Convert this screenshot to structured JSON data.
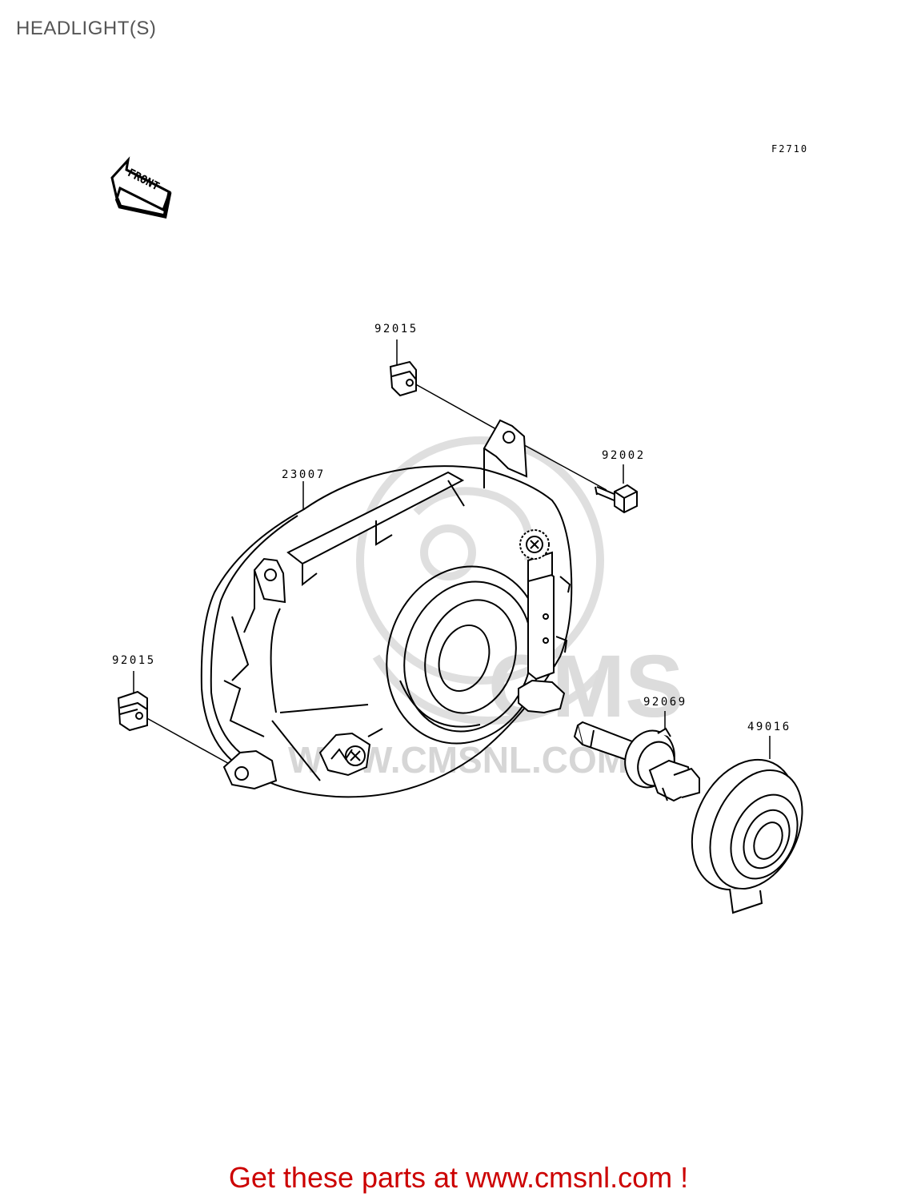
{
  "page": {
    "title": "HEADLIGHT(S)",
    "diagram_code": "F2710"
  },
  "front_marker": {
    "label": "FRONT"
  },
  "parts": [
    {
      "number": "92015",
      "description_icon": "clip-nut-icon"
    },
    {
      "number": "92002",
      "description_icon": "bolt-icon"
    },
    {
      "number": "23007",
      "description_icon": "headlight-housing-icon"
    },
    {
      "number": "92015",
      "description_icon": "clip-nut-icon"
    },
    {
      "number": "92069",
      "description_icon": "bulb-icon"
    },
    {
      "number": "49016",
      "description_icon": "dust-cover-icon"
    }
  ],
  "watermark": {
    "text": "WWW.CMSNL.COM",
    "logo_text": "CMS"
  },
  "promo": {
    "text": "Get these parts at www.cmsnl.com !"
  },
  "colors": {
    "line": "#000000",
    "title": "#555555",
    "promo": "#cc0000",
    "watermark": "#d8d8d8"
  }
}
